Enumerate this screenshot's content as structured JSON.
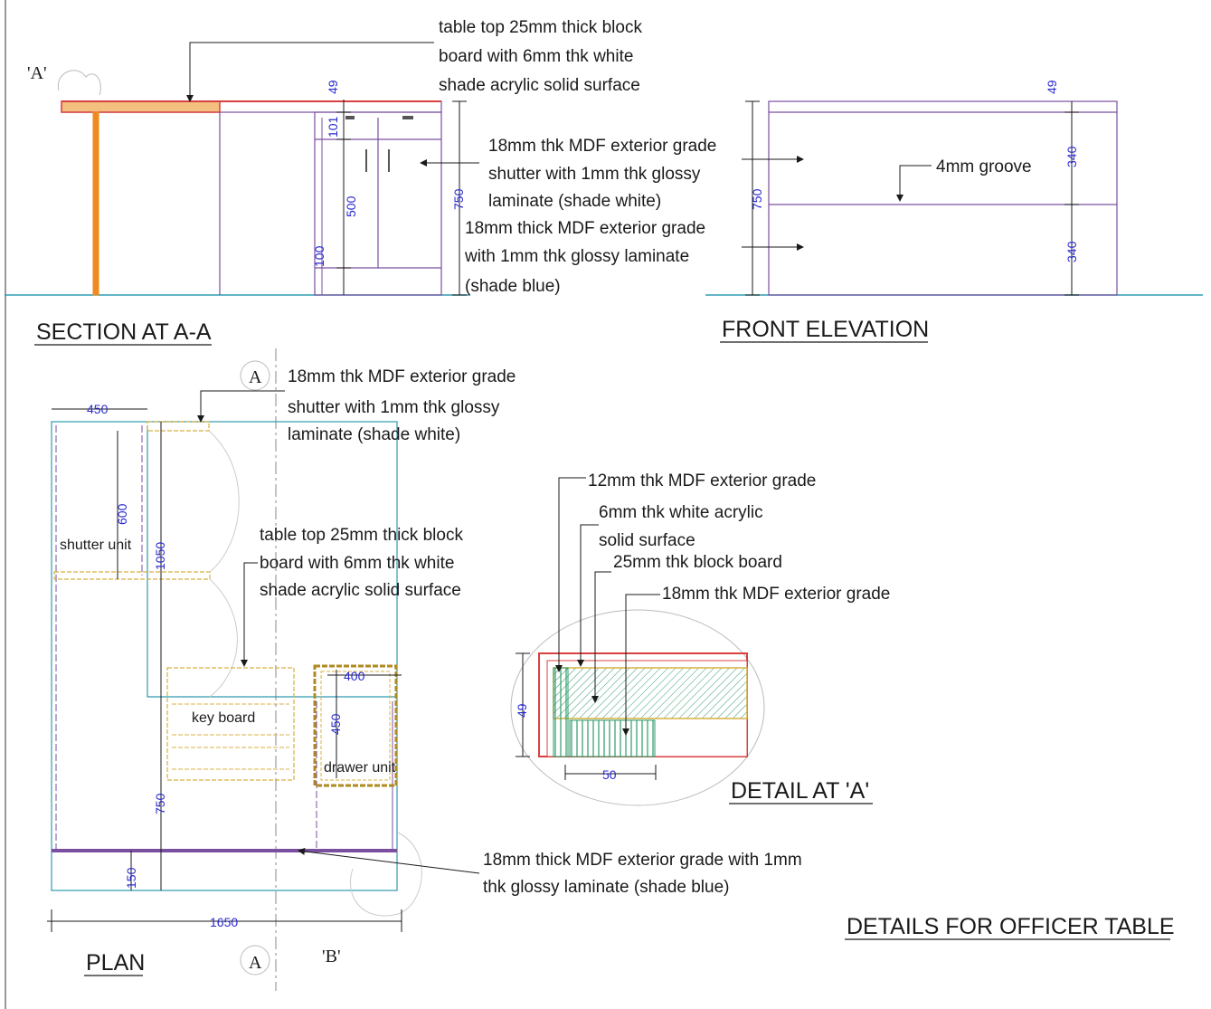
{
  "titles": {
    "section": "SECTION AT A-A",
    "front": "FRONT ELEVATION",
    "plan": "PLAN",
    "detail": "DETAIL AT 'A'",
    "sheet": "DETAILS FOR OFFICER TABLE"
  },
  "tags": {
    "a_quote": "'A'",
    "b_quote": "'B'",
    "section_mark_top": "A",
    "section_mark_bottom": "A"
  },
  "notes": {
    "section_top": [
      "table top 25mm thick block",
      "board with 6mm thk white",
      "shade acrylic solid surface"
    ],
    "section_shutter": [
      "18mm thk MDF exterior grade",
      "shutter with 1mm thk glossy",
      "laminate (shade white)"
    ],
    "section_blue": [
      "18mm thick MDF exterior grade",
      "with 1mm thk glossy laminate",
      "(shade blue)"
    ],
    "groove": "4mm groove",
    "plan_shutter": [
      "18mm thk MDF exterior grade",
      "shutter with 1mm thk glossy",
      "laminate (shade white)"
    ],
    "plan_top": [
      "table top 25mm thick block",
      "board with 6mm thk white",
      "shade acrylic solid surface"
    ],
    "plan_blue": [
      "18mm thick MDF exterior grade with 1mm",
      "thk glossy laminate (shade blue)"
    ],
    "detail_12": "12mm thk MDF exterior grade",
    "detail_acrylic": [
      "6mm thk white acrylic",
      "solid surface"
    ],
    "detail_block": "25mm thk block board",
    "detail_18": "18mm thk MDF exterior grade"
  },
  "labels": {
    "shutter_unit": "shutter unit",
    "key_board": "key board",
    "drawer_unit": "drawer unit"
  },
  "dims": {
    "s49": "49",
    "s101": "101",
    "s500": "500",
    "s100": "100",
    "s750": "750",
    "f49": "49",
    "f750": "750",
    "f_up": "340",
    "f_low": "340",
    "p450": "450",
    "p600": "600",
    "p1050": "1050",
    "p400": "400",
    "p450b": "450",
    "p750": "750",
    "p150": "150",
    "p1650": "1650",
    "d49": "49",
    "d50": "50"
  },
  "colors": {
    "line": "#1a1a1a",
    "purple": "#7a4fa0",
    "orange": "#f08a1e",
    "red": "#d84040",
    "teal": "#2e9bb0",
    "yellow": "#d8b040",
    "green": "#2e9a6a",
    "dim": "#2a2ad0"
  }
}
